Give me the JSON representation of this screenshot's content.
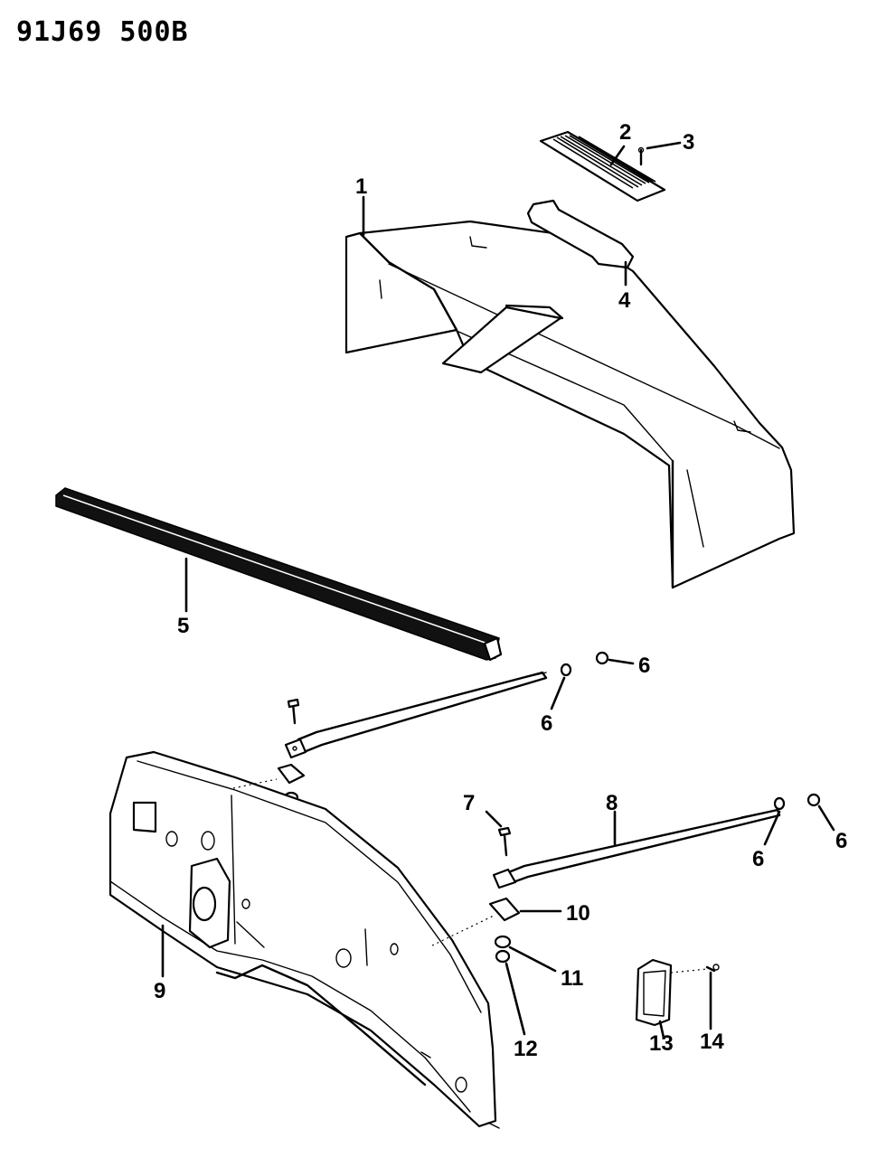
{
  "document_code": "91J69 500B",
  "callouts": {
    "c1": "1",
    "c2": "2",
    "c3": "3",
    "c4": "4",
    "c5": "5",
    "c6a": "6",
    "c6b": "6",
    "c6c": "6",
    "c6d": "6",
    "c7": "7",
    "c8": "8",
    "c9": "9",
    "c10": "10",
    "c11": "11",
    "c12": "12",
    "c13": "13",
    "c14": "14"
  }
}
